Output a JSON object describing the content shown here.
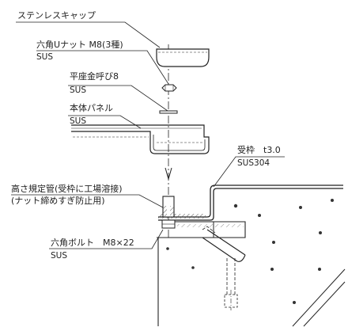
{
  "labels": {
    "cap": "ステンレスキャップ",
    "nut": "六角Uナット M8(3種)",
    "nut_mat": "SUS",
    "washer": "平座金呼び8",
    "washer_mat": "SUS",
    "panel": "本体パネル",
    "panel_mat": "SUS",
    "frame": "受枠　t3.0",
    "frame_mat": "SUS304",
    "tube_line1": "高さ規定管(受枠に工場溶接)",
    "tube_line2": "(ナット締めすぎ防止用)",
    "bolt": "六角ボルト　M8×22",
    "bolt_mat": "SUS"
  },
  "colors": {
    "line": "#222222",
    "hatch": "#555555"
  }
}
